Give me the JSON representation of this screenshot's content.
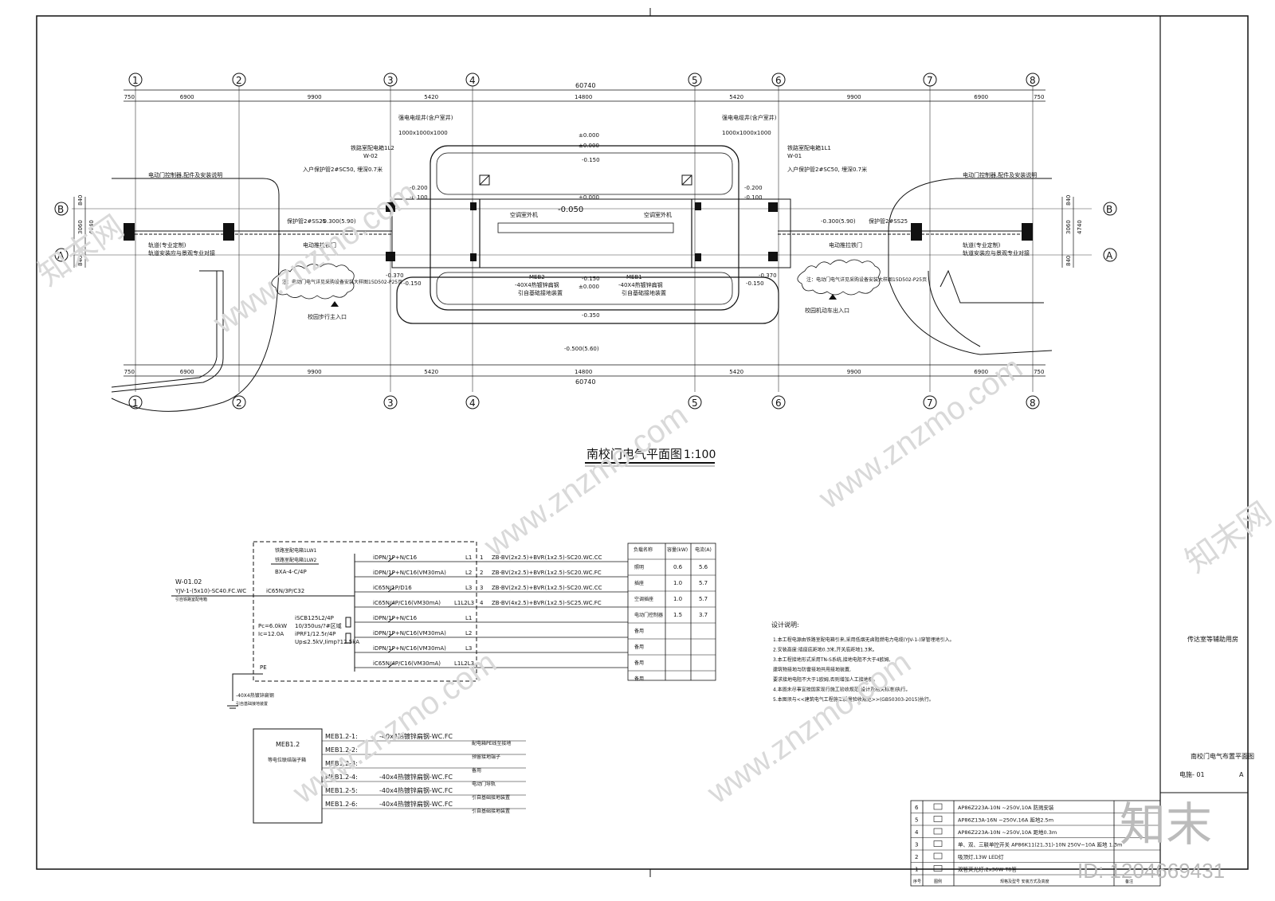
{
  "drawing_title": "南校门电气平面图",
  "drawing_scale": "1:100",
  "axes_top": [
    "1",
    "2",
    "3",
    "4",
    "5",
    "6",
    "7",
    "8"
  ],
  "axes_side": [
    "B",
    "A"
  ],
  "dims_top_total": "60740",
  "dims_top": [
    "750",
    "6900",
    "9900",
    "5420",
    "14800",
    "5420",
    "9900",
    "6900",
    "750"
  ],
  "dims_side": [
    "840",
    "3060",
    "840"
  ],
  "dims_side_total": "4740",
  "plan_labels": {
    "panel_left": "铁路室配电箱1L2",
    "panel_left_code": "W-02",
    "panel_right": "铁路室配电箱1L1",
    "panel_right_code": "W-01",
    "cable_note": "入户保护管2#SC50, 埋深0.7米",
    "handhole": "1000x1000x1000",
    "handhole_title": "强电电缆井(含户室井)",
    "gate_motor": "电动门控制器,配件及安装说明",
    "pipe_left": "保护管2#SS25",
    "pipe_level": "-0.300(5.90)",
    "gate_track": "电动推拉铁门",
    "rail_note": "轨道(专业定制)",
    "rail_note2": "轨道安装应与景观专业对接",
    "cloud_note": "注：电动门电气详见采购设备安装大样图15D502-P25页",
    "meb_left": "MEB2",
    "meb_right": "MEB1",
    "meb_note": "-40X4热镀锌扁钢",
    "meb_note2": "引自基础接地装置",
    "ceiling_left": "空调室外机",
    "ceiling_right": "空调室外机",
    "entry_left": "校园步行主入口",
    "entry_right": "校园机动车出入口",
    "elev_0": "±0.000",
    "elev_150": "-0.150",
    "elev_200": "-0.200",
    "elev_100": "-0.100",
    "elev_050": "-0.050",
    "elev_370": "-0.370",
    "elev_350": "-0.350",
    "elev_500": "-0.500(5.60)"
  },
  "panel": {
    "name1": "铁路室配电箱1LW1",
    "name2": "铁路室配电箱1LW2",
    "model": "BXA-4-C/4P",
    "incoming_id": "W-01.02",
    "incoming_cable": "YJV-1-(5x10)-SC40.FC.WC",
    "incoming_note": "引自铁路室配电箱",
    "main_breaker": "iC65N/3P/C32",
    "spd": "iSCB125L2/4P",
    "spd2": "10/350us/?#区域",
    "spd3": "iPRF1/12.5r/4P",
    "spd4": "Up≤2.5kV,Iimp?12.5kA",
    "pc": "Pc=6.0kW",
    "ic": "Ic=12.0A",
    "pe": "PE",
    "earth": "-40X4热镀锌扁钢",
    "earth2": "引自基础接地装置"
  },
  "circuits": [
    {
      "breaker": "iDPN/1P+N/C16",
      "phase": "L1",
      "no": "1",
      "cable": "ZB-BV(2x2.5)+BVR(1x2.5)-SC20.WC.CC",
      "use": "照明",
      "kw": "0.6",
      "amp": "5.6"
    },
    {
      "breaker": "iDPN/1P+N/C16(VM30mA)",
      "phase": "L2",
      "no": "2",
      "cable": "ZB-BV(2x2.5)+BVR(1x2.5)-SC20.WC.FC",
      "use": "插座",
      "kw": "1.0",
      "amp": "5.7"
    },
    {
      "breaker": "iC65N/1P/D16",
      "phase": "L3",
      "no": "3",
      "cable": "ZB-BV(2x2.5)+BVR(1x2.5)-SC20.WC.CC",
      "use": "空调插座",
      "kw": "1.0",
      "amp": "5.7"
    },
    {
      "breaker": "iC65N/4P/C16(VM30mA)",
      "phase": "L1L2L3",
      "no": "4",
      "cable": "ZB-BV(4x2.5)+BVR(1x2.5)-SC25.WC.FC",
      "use": "电动门控制器",
      "kw": "1.5",
      "amp": "3.7"
    },
    {
      "breaker": "iDPN/1P+N/C16",
      "phase": "L1",
      "no": "",
      "cable": "",
      "use": "备用",
      "kw": "",
      "amp": ""
    },
    {
      "breaker": "iDPN/1P+N/C16(VM30mA)",
      "phase": "L2",
      "no": "",
      "cable": "",
      "use": "备用",
      "kw": "",
      "amp": ""
    },
    {
      "breaker": "iDPN/1P+N/C16(VM30mA)",
      "phase": "L3",
      "no": "",
      "cable": "",
      "use": "备用",
      "kw": "",
      "amp": ""
    },
    {
      "breaker": "iC65N/4P/C16(VM30mA)",
      "phase": "L1L2L3",
      "no": "",
      "cable": "",
      "use": "备用",
      "kw": "",
      "amp": ""
    }
  ],
  "load_table_headers": [
    "负载名称",
    "容量(kW)",
    "电流(A)"
  ],
  "notes": {
    "title": "设计说明:",
    "lines": [
      "1.本工程电源由铁路室配电箱引来,采用低烟无卤阻燃电力电缆(YJV-1-)穿管埋地引入。",
      "2.安装高度:插座底距地0.3米,开关底距地1.3米。",
      "3.本工程接地形式采用TN-S系统,接地电阻不大于4欧姆,",
      "  建筑物接地与防雷接地共用接地装置,",
      "  要求接地电阻不大于1欧姆,否则增加人工接地极。",
      "4.本图未尽事宜按国家现行施工验收规范(设计及相关标准)执行。",
      "5.本图须与<<建筑电气工程施工质量验收规范>>(GB50303-2015)执行。"
    ]
  },
  "meb": {
    "title": "MEB1.2",
    "subtitle": "等电位联结端子箱",
    "rows": [
      {
        "id": "MEB1.2-1:",
        "spec": "-40x4热镀锌扁钢-WC.FC",
        "desc": "配电箱PE线至接地"
      },
      {
        "id": "MEB1.2-2:",
        "spec": "",
        "desc": "预留接地端子"
      },
      {
        "id": "MEB1.2-3:",
        "spec": "",
        "desc": "备用"
      },
      {
        "id": "MEB1.2-4:",
        "spec": "-40x4热镀锌扁钢-WC.FC",
        "desc": "电动门导轨"
      },
      {
        "id": "MEB1.2-5:",
        "spec": "-40x4热镀锌扁钢-WC.FC",
        "desc": "引自基础接地装置"
      },
      {
        "id": "MEB1.2-6:",
        "spec": "-40x4热镀锌扁钢-WC.FC",
        "desc": "引自基础接地装置"
      }
    ]
  },
  "legend": [
    {
      "no": "6",
      "desc": "AP86Z223A-10N ~250V,10A 防溅安装"
    },
    {
      "no": "5",
      "desc": "AP86Z13A-16N ~250V,16A 距地2.5m"
    },
    {
      "no": "4",
      "desc": "AP86Z223A-10N ~250V,10A 距地0.3m"
    },
    {
      "no": "3",
      "desc": "单、双、三联单控开关 AP86K11(21,31)-10N 250V~10A 距地 1.3m"
    },
    {
      "no": "2",
      "desc": "吸顶灯,13W LED灯"
    },
    {
      "no": "1",
      "desc": "双管荧光灯,2x36W T8管"
    }
  ],
  "legend_footer": [
    "序号",
    "图例",
    "规格及型号    安装方式及高度",
    "备注"
  ],
  "title_block": {
    "building": "传达室等辅助用房",
    "sheet_title": "南校门电气布置平面图",
    "sheet_no": "电施- 01",
    "rev": "A"
  },
  "watermark": {
    "brand": "知末",
    "site": "www.znzmo.com",
    "cn": "知末网",
    "id": "ID: 1204669431"
  }
}
